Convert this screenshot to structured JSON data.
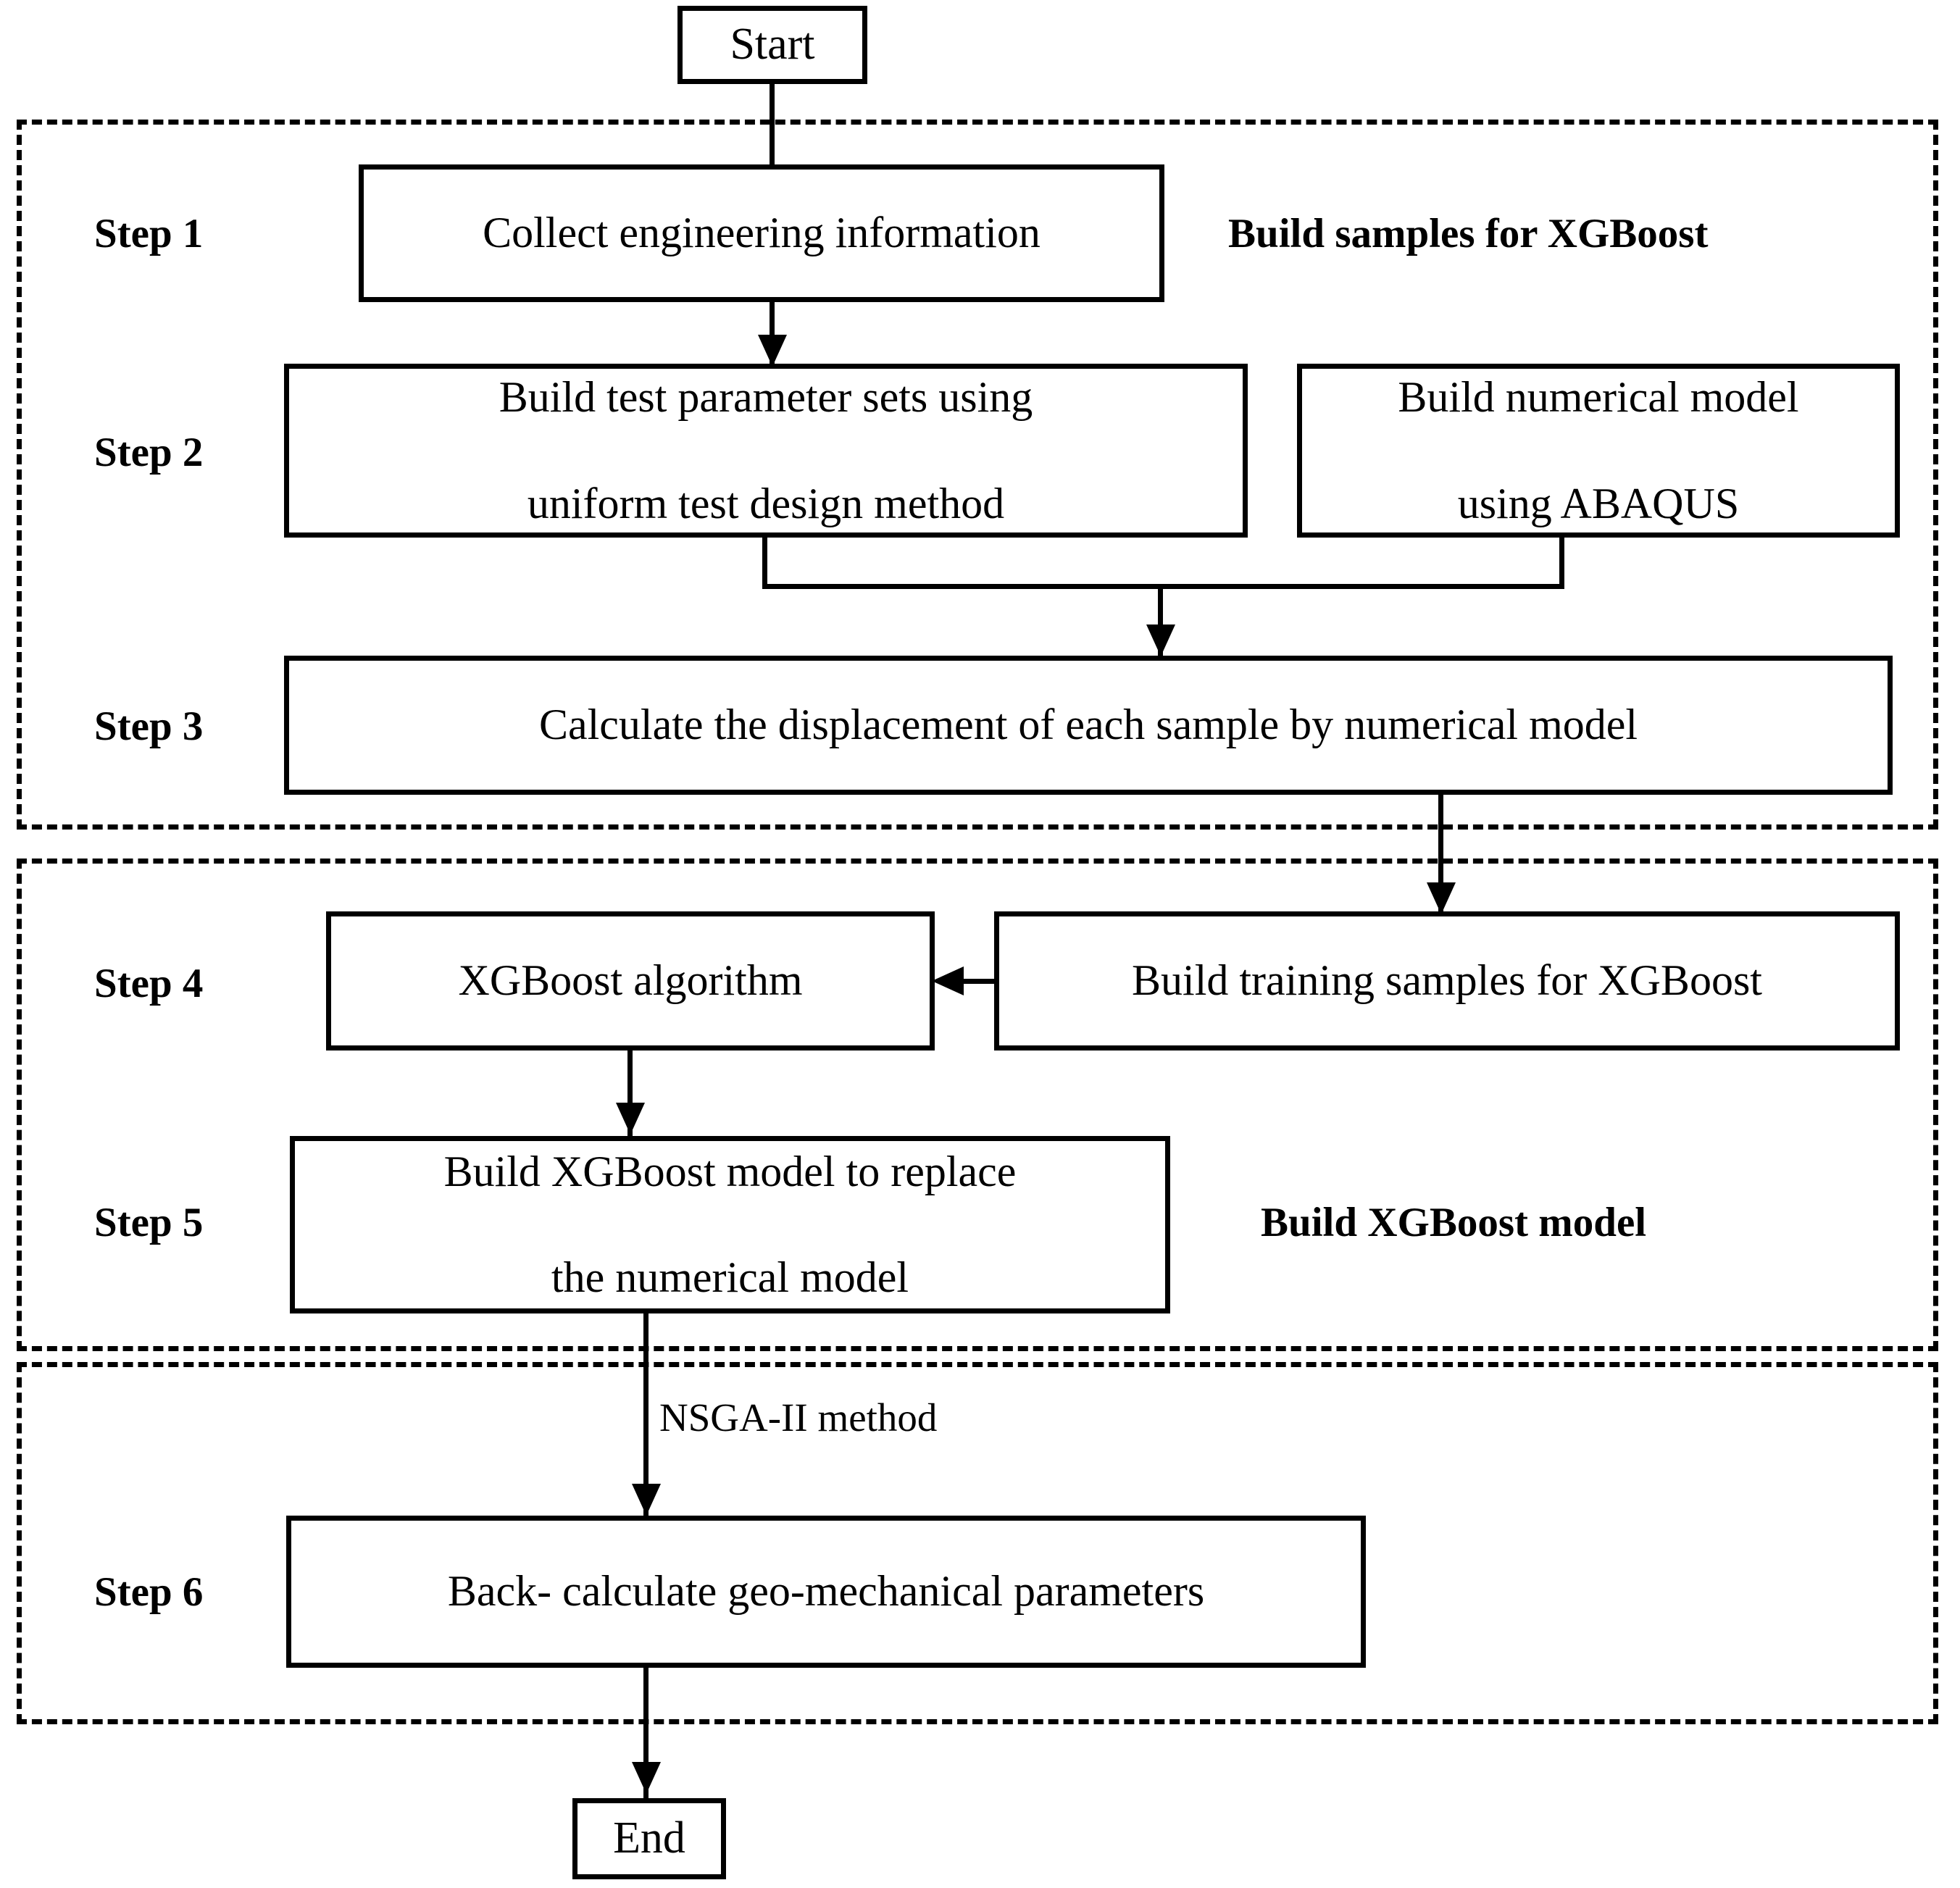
{
  "diagram": {
    "title_nodes": {
      "start": "Start",
      "end": "End"
    },
    "panels": [
      {
        "id": "panel-build-samples",
        "label": "Build samples for XGBoost"
      },
      {
        "id": "panel-build-model",
        "label": "Build XGBoost model"
      },
      {
        "id": "panel-backcalc",
        "label": ""
      }
    ],
    "steps": [
      {
        "id": "step-1",
        "label": "Step 1"
      },
      {
        "id": "step-2",
        "label": "Step 2"
      },
      {
        "id": "step-3",
        "label": "Step 3"
      },
      {
        "id": "step-4",
        "label": "Step 4"
      },
      {
        "id": "step-5",
        "label": "Step 5"
      },
      {
        "id": "step-6",
        "label": "Step 6"
      }
    ],
    "nodes": {
      "collect_info": "Collect engineering information",
      "test_params_l1": "Build test parameter sets  using",
      "test_params_l2": "uniform test design method",
      "numerical_model_l1": "Build numerical model",
      "numerical_model_l2": "using ABAQUS",
      "calc_displacement": "Calculate the displacement of each sample by numerical model",
      "xgboost_algorithm": "XGBoost algorithm",
      "training_samples": "Build training samples for XGBoost",
      "xgb_model_l1": "Build XGBoost model to replace",
      "xgb_model_l2": "the numerical model",
      "back_calculate": "Back- calculate  geo-mechanical parameters"
    },
    "edge_labels": {
      "nsga": "NSGA-II method"
    },
    "colors": {
      "stroke": "#000000",
      "background": "#ffffff"
    }
  }
}
